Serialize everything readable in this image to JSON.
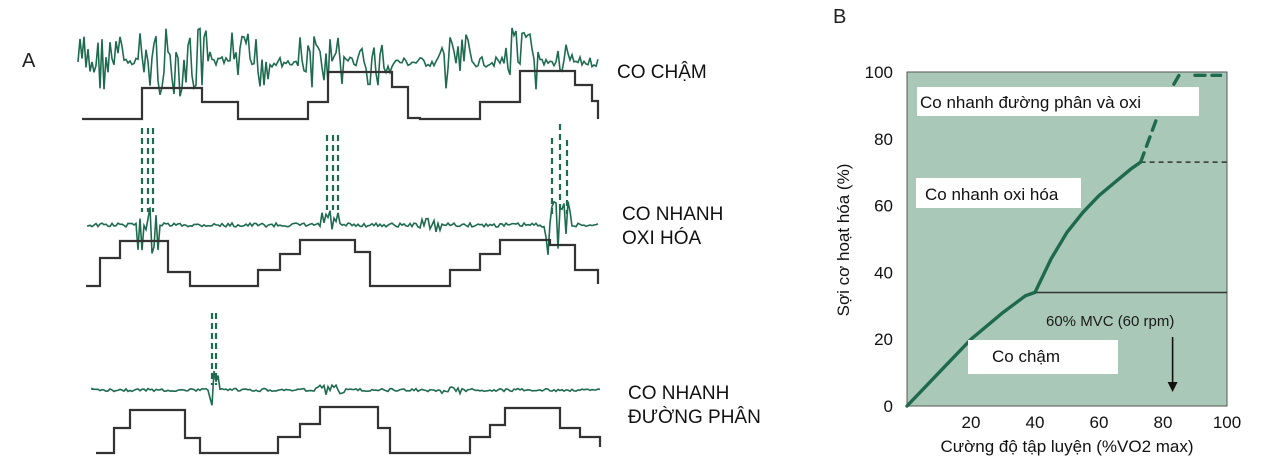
{
  "panel_a": {
    "letter": "A",
    "traces": [
      {
        "label_lines": [
          "CO CHẬM"
        ]
      },
      {
        "label_lines": [
          "CO NHANH",
          "OXI HÓA"
        ]
      },
      {
        "label_lines": [
          "CO NHANH",
          "ĐƯỜNG PHÂN"
        ]
      }
    ]
  },
  "panel_b": {
    "letter": "B",
    "colors": {
      "plot_bg": "#a9c8b8",
      "curve": "#1f6a4e",
      "grid_line": "#333333"
    },
    "annotation": "60% MVC (60 rpm)"
  },
  "chart_data": {
    "type": "line",
    "xlabel": "Cường độ tập luyện (%VO2 max)",
    "ylabel": "Sợi cơ hoạt hóa (%)",
    "xlim": [
      0,
      100
    ],
    "ylim": [
      0,
      100
    ],
    "xticks": [
      20,
      40,
      60,
      80,
      100
    ],
    "yticks": [
      0,
      20,
      40,
      60,
      80,
      100
    ],
    "regions": [
      "Co nhanh đường phân và oxi",
      "Co nhanh oxi hóa",
      "Co chậm"
    ],
    "series": [
      {
        "style": "solid",
        "x": [
          0,
          10,
          20,
          30,
          37,
          40
        ],
        "y": [
          0,
          10,
          20,
          28,
          33,
          34
        ]
      },
      {
        "style": "solid",
        "x": [
          40,
          45,
          50,
          55,
          60,
          65,
          70,
          73
        ],
        "y": [
          34,
          44,
          52,
          58,
          63,
          67,
          71,
          73
        ]
      },
      {
        "style": "dashed",
        "x": [
          73,
          78,
          82,
          85
        ],
        "y": [
          73,
          86,
          94,
          99
        ]
      },
      {
        "style": "dashed",
        "x": [
          90,
          98
        ],
        "y": [
          99,
          99
        ]
      }
    ],
    "thresholds": [
      {
        "y": 34,
        "x_from": 40,
        "x_to": 100,
        "style": "solid"
      },
      {
        "y": 73,
        "x_from": 73,
        "x_to": 100,
        "style": "dashed"
      }
    ],
    "arrow_x": 83
  }
}
